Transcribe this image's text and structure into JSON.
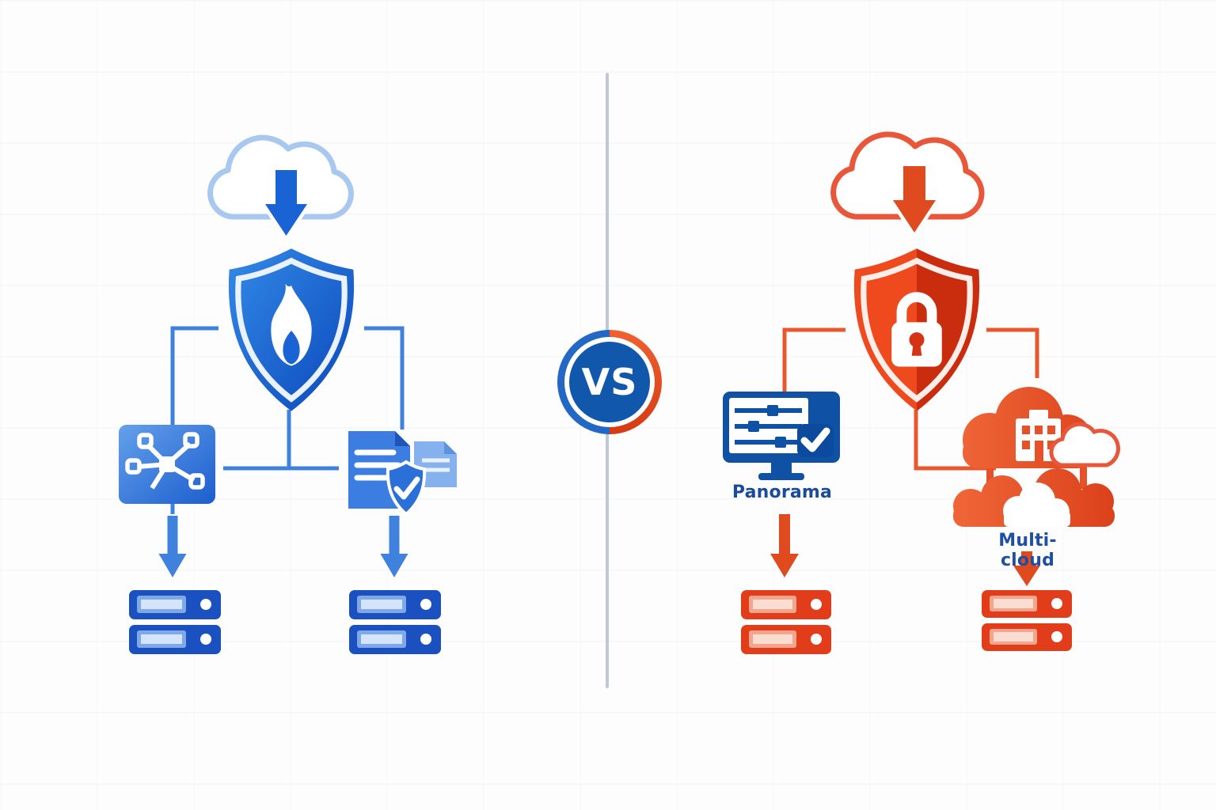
{
  "diagram_title": "",
  "vs_badge": {
    "label": "VS"
  },
  "left_panel": {
    "theme": "blue",
    "nodes": [
      "cloud-download",
      "firewall-shield-flame",
      "network-segments",
      "policy-documents-shield-check",
      "server-rack-1",
      "server-rack-2"
    ]
  },
  "right_panel": {
    "theme": "red-orange",
    "panorama_label": "Panorama",
    "multicloud_label": "Multi-cloud",
    "nodes": [
      "cloud-download",
      "security-shield-lock",
      "panorama-console",
      "multi-cloud",
      "server-rack-1",
      "server-rack-2"
    ]
  },
  "icons": {
    "left_cloud": "cloud-download-icon",
    "left_shield": "shield-flame-icon",
    "network": "network-nodes-icon",
    "policy_docs": "documents-shield-check-icon",
    "left_servers": "server-rack-icon",
    "right_cloud": "cloud-download-icon",
    "right_shield": "shield-lock-icon",
    "panorama": "management-console-check-icon",
    "multicloud": "multi-cloud-building-icon",
    "right_servers": "server-rack-icon",
    "vs": "vs-badge"
  },
  "colors": {
    "blue_primary": "#1a63d4",
    "blue_dark": "#0b48bb",
    "blue_connector": "#3f82de",
    "blue_cloud_outline": "#a9c8ef",
    "blue_server": "#1b50c0",
    "blue_server_panel": "#d3e4fb",
    "navy_label": "#1b4a9b",
    "monitor_blue": "#0e51a5",
    "red_primary": "#e8401f",
    "red_dark": "#c92d0d",
    "orange_connector": "#e8582c",
    "orange_cloud_outline": "#e8573a",
    "orange_arrow": "#e04a1f",
    "red_server": "#e23d1b",
    "red_server_panel": "#fbdcd0",
    "multicloud_main": "#e7512a",
    "multicloud_dark": "#d8411a",
    "multicloud_label": "#1d4fa5",
    "vs_inner": "#1157ac",
    "vs_ring_blue": "#2268c4",
    "vs_ring_orange": "#e4571f",
    "divider": "#bfc8d6"
  }
}
